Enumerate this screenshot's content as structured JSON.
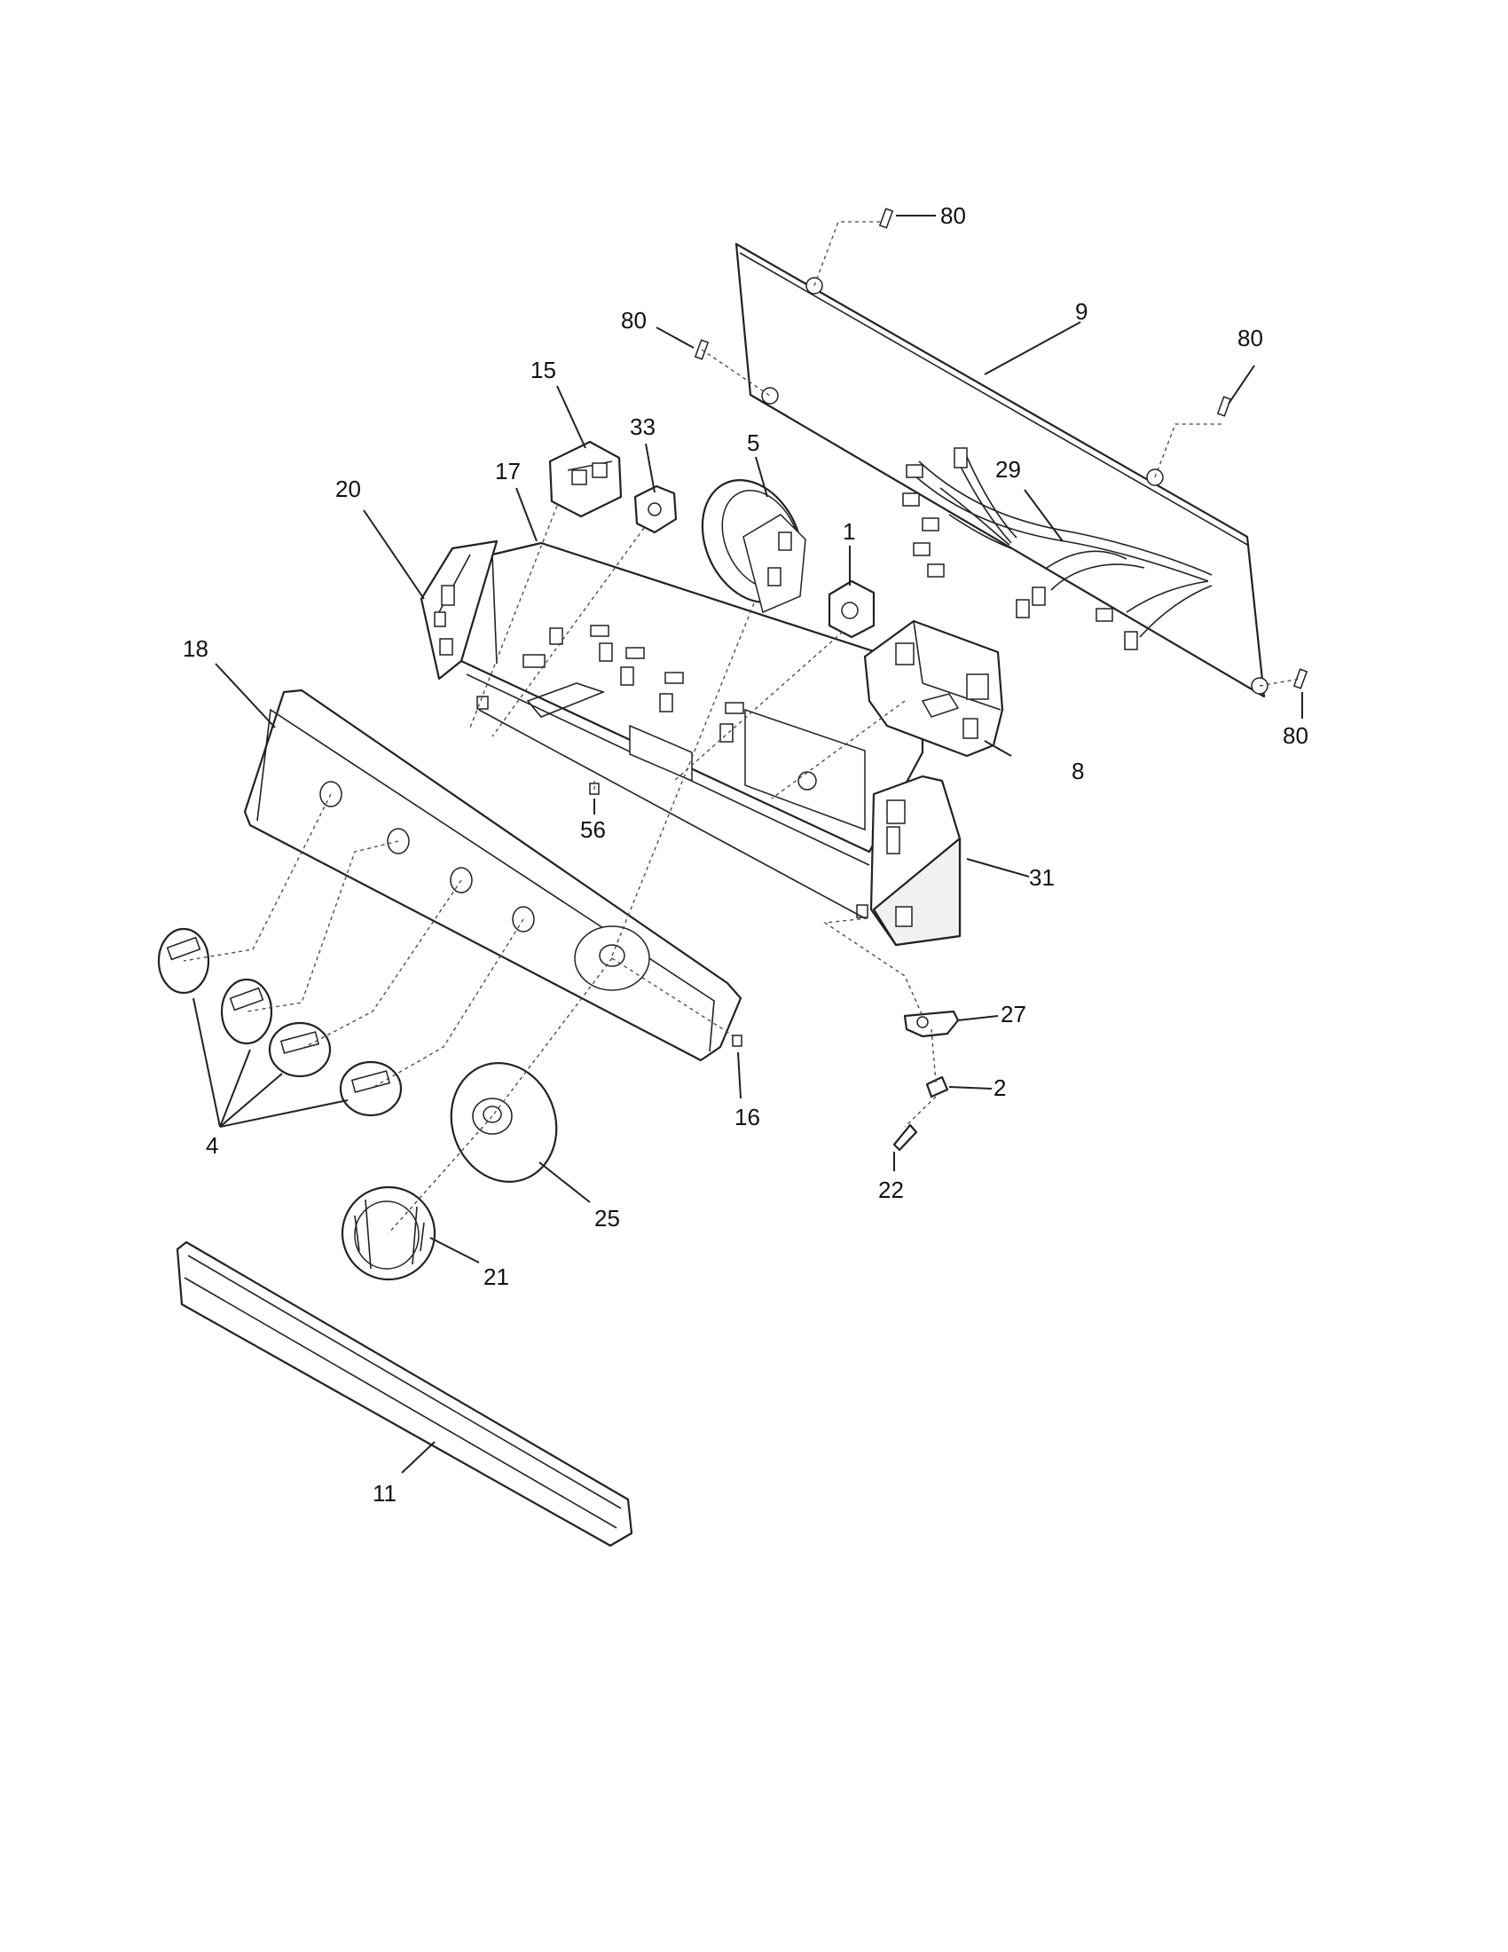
{
  "diagram": {
    "callouts": {
      "c80a": "80",
      "c80b": "80",
      "c80c": "80",
      "c80d": "80",
      "c9": "9",
      "c29": "29",
      "c15": "15",
      "c33": "33",
      "c5": "5",
      "c1": "1",
      "c17": "17",
      "c20": "20",
      "c18": "18",
      "c56": "56",
      "c8": "8",
      "c31": "31",
      "c27": "27",
      "c2": "2",
      "c22": "22",
      "c16": "16",
      "c4": "4",
      "c25": "25",
      "c21": "21",
      "c11": "11"
    }
  }
}
